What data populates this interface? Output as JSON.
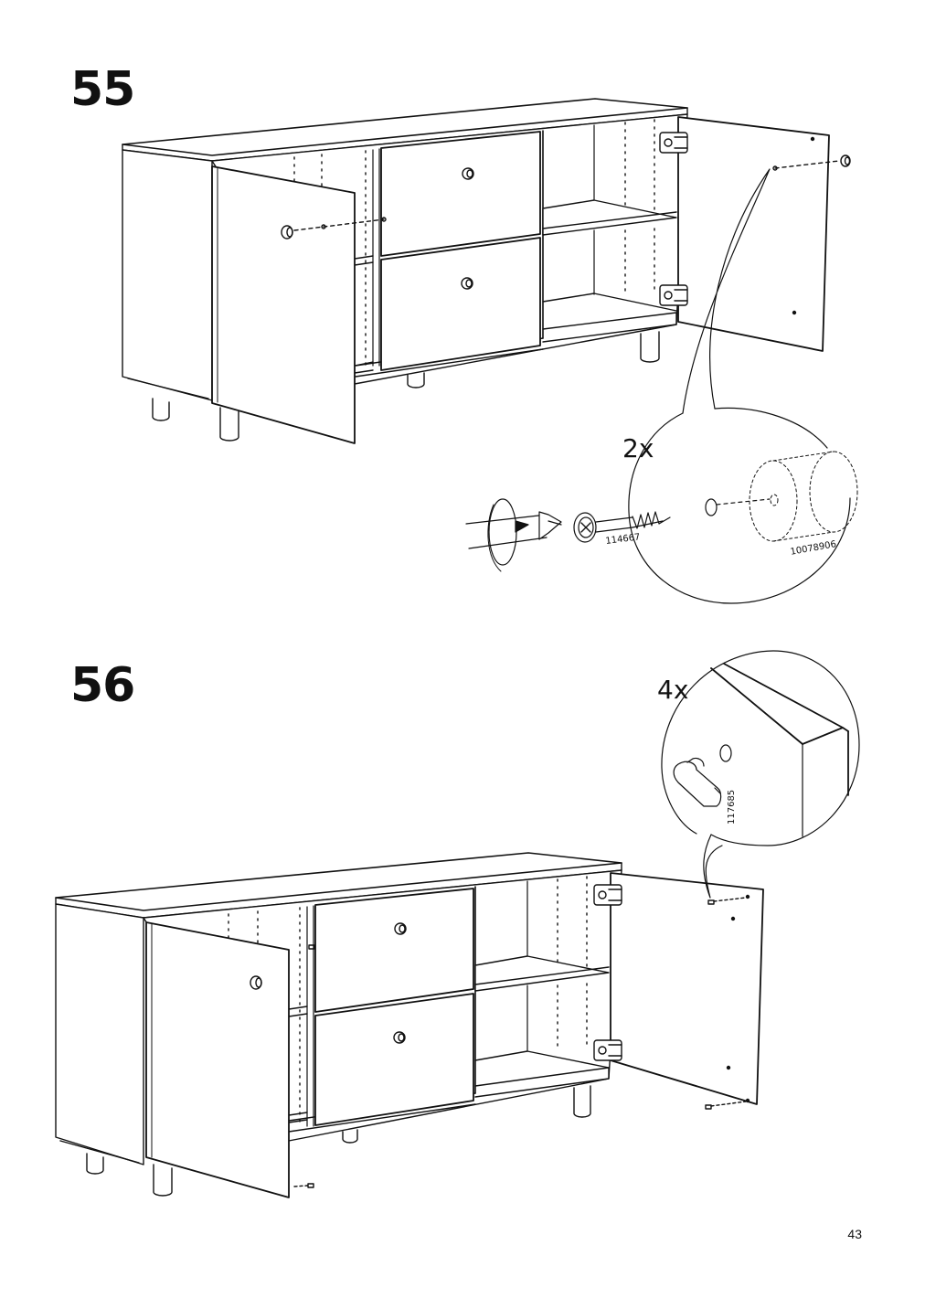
{
  "steps": [
    {
      "number": "55",
      "quantity": "2x",
      "parts": [
        "114667",
        "10078906"
      ]
    },
    {
      "number": "56",
      "quantity": "4x",
      "parts": [
        "117685"
      ]
    }
  ],
  "page_number": "43"
}
